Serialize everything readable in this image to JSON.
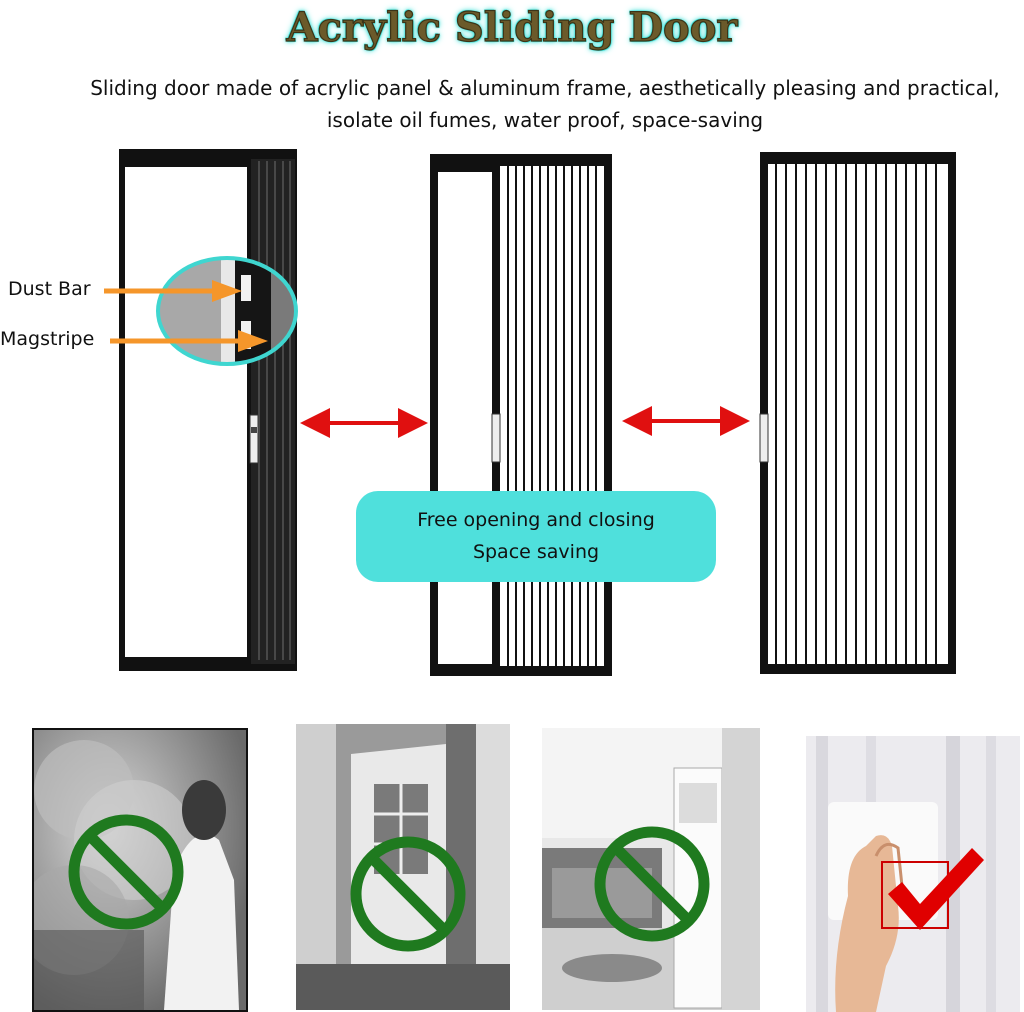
{
  "title": "Acrylic Sliding Door",
  "subtitle": "Sliding door made of acrylic panel & aluminum frame, aesthetically pleasing and practical, isolate oil fumes, water proof, space-saving",
  "callouts": {
    "dust_bar": "Dust Bar",
    "magstripe": "Magstripe"
  },
  "feature_box": {
    "line1": "Free opening and closing",
    "line2": "Space saving"
  },
  "colors": {
    "title_glow": "#3fe0d8",
    "feature_box": "#4fe0dc",
    "arrow_red": "#e01010",
    "callout_orange": "#f5962a",
    "prohibit_green": "#1f7a1f",
    "check_red": "#e00000"
  },
  "photos": [
    {
      "name": "oil-fumes-photo",
      "mark": "prohibited-icon"
    },
    {
      "name": "room-door-photo",
      "mark": "prohibited-icon"
    },
    {
      "name": "air-conditioner-photo",
      "mark": "prohibited-icon"
    },
    {
      "name": "wipe-clean-photo",
      "mark": "check-icon"
    }
  ]
}
